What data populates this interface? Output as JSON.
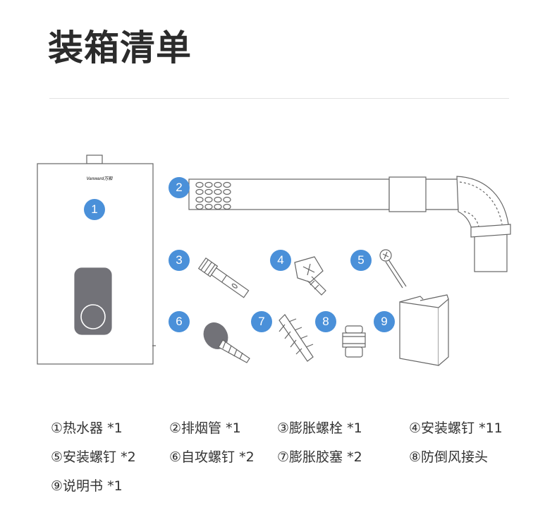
{
  "page": {
    "title": "装箱清单",
    "brand_text": "Vanward万和"
  },
  "badges": [
    "1",
    "2",
    "3",
    "4",
    "5",
    "6",
    "7",
    "8",
    "9"
  ],
  "colors": {
    "badge": "#4a90d9",
    "outline": "#666666",
    "heater_panel": "#727278",
    "divider": "#e2e2e2"
  },
  "items": [
    {
      "label": "①热水器 *1"
    },
    {
      "label": "②排烟管 *1"
    },
    {
      "label": "③膨胀螺栓 *1"
    },
    {
      "label": "④安装螺钉 *11"
    },
    {
      "label": "⑤安装螺钉 *2"
    },
    {
      "label": "⑥自攻螺钉 *2"
    },
    {
      "label": "⑦膨胀胶塞 *2"
    },
    {
      "label": "⑧防倒风接头"
    },
    {
      "label": "⑨说明书 *1"
    }
  ]
}
